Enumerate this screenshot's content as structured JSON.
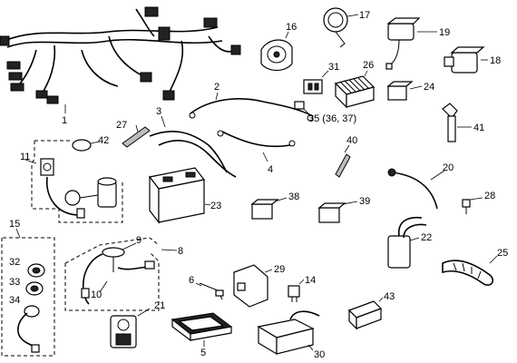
{
  "callouts": {
    "c1": "1",
    "c2": "2",
    "c3": "3",
    "c4": "4",
    "c5": "5",
    "c6": "6",
    "c8": "8",
    "c9": "9",
    "c10": "10",
    "c11": "11",
    "c14": "14",
    "c15": "15",
    "c16": "16",
    "c17": "17",
    "c18": "18",
    "c19": "19",
    "c20": "20",
    "c21": "21",
    "c22": "22",
    "c23": "23",
    "c24": "24",
    "c25": "25",
    "c26": "26",
    "c27": "27",
    "c28": "28",
    "c29": "29",
    "c30": "30",
    "c31": "31",
    "c32": "32",
    "c33": "33",
    "c34": "34",
    "c35": "35 (36, 37)",
    "c38": "38",
    "c39": "39",
    "c40": "40",
    "c41": "41",
    "c42": "42",
    "c43": "43"
  }
}
